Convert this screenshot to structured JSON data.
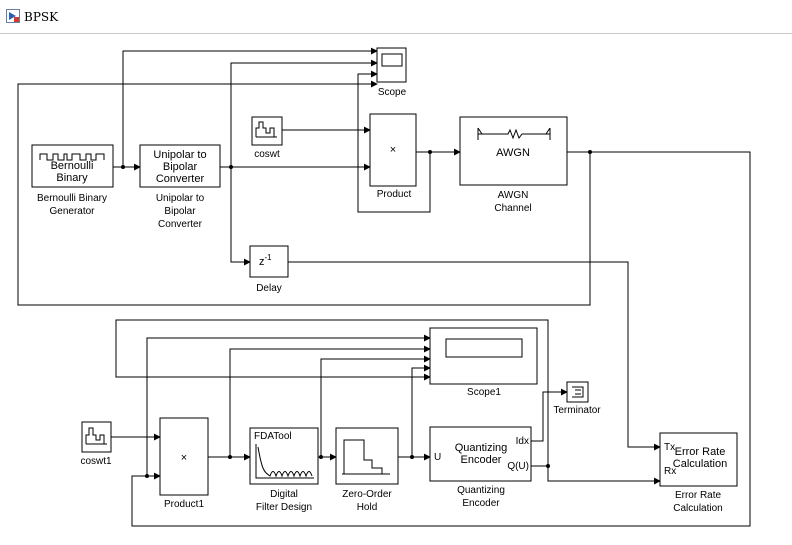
{
  "window": {
    "title": "BPSK"
  },
  "blocks": {
    "bernoulli": {
      "line1": "Bernoulli",
      "line2": "Binary",
      "cap1": "Bernoulli Binary",
      "cap2": "Generator"
    },
    "unipolar": {
      "line1": "Unipolar to",
      "line2": "Bipolar",
      "line3": "Converter",
      "cap1": "Unipolar to",
      "cap2": "Bipolar",
      "cap3": "Converter"
    },
    "coswt": {
      "cap": "coswt"
    },
    "product": {
      "symbol": "×",
      "cap": "Product"
    },
    "awgn": {
      "label": "AWGN",
      "cap1": "AWGN",
      "cap2": "Channel"
    },
    "scope": {
      "cap": "Scope"
    },
    "delay": {
      "base": "z",
      "exp": "-1",
      "cap": "Delay"
    },
    "scope1": {
      "cap": "Scope1"
    },
    "terminator": {
      "cap": "Terminator"
    },
    "coswt1": {
      "cap": "coswt1"
    },
    "product1": {
      "symbol": "×",
      "cap": "Product1"
    },
    "fda": {
      "label": "FDATool",
      "cap1": "Digital",
      "cap2": "Filter Design"
    },
    "zoh": {
      "cap1": "Zero-Order",
      "cap2": "Hold"
    },
    "quant": {
      "line1": "Quantizing",
      "line2": "Encoder",
      "port_u": "U",
      "port_idx": "Idx",
      "port_q": "Q(U)",
      "cap1": "Quantizing",
      "cap2": "Encoder"
    },
    "errrate": {
      "line1": "Error Rate",
      "line2": "Calculation",
      "port_tx": "Tx",
      "port_rx": "Rx",
      "cap1": "Error Rate",
      "cap2": "Calculation"
    }
  }
}
